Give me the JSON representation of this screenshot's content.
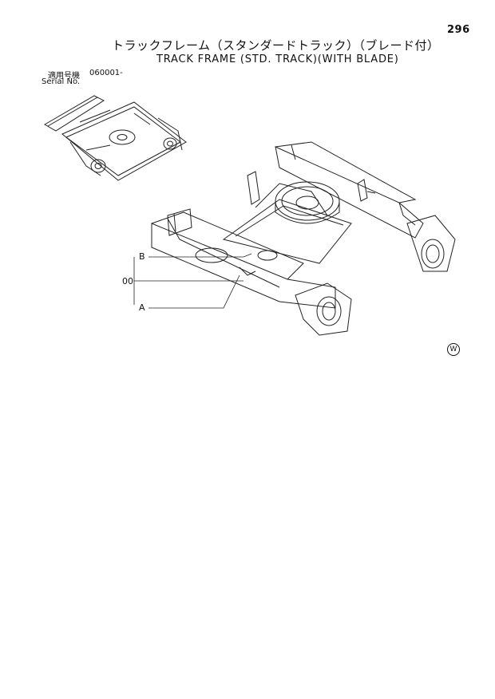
{
  "page": {
    "number": "296",
    "title_jp": "トラックフレーム（スタンダードトラック）（ブレード付）",
    "title_en": "TRACK FRAME (STD. TRACK)(WITH BLADE)"
  },
  "serial": {
    "label_jp": "適用号機",
    "label_en": "Serial No.",
    "value": "060001-"
  },
  "callouts": {
    "b": "B",
    "zero": "00",
    "a": "A"
  },
  "mark": "W",
  "icons": [
    "track-frame-overview-illustration",
    "track-frame-main-illustration",
    "circled-w-mark"
  ]
}
